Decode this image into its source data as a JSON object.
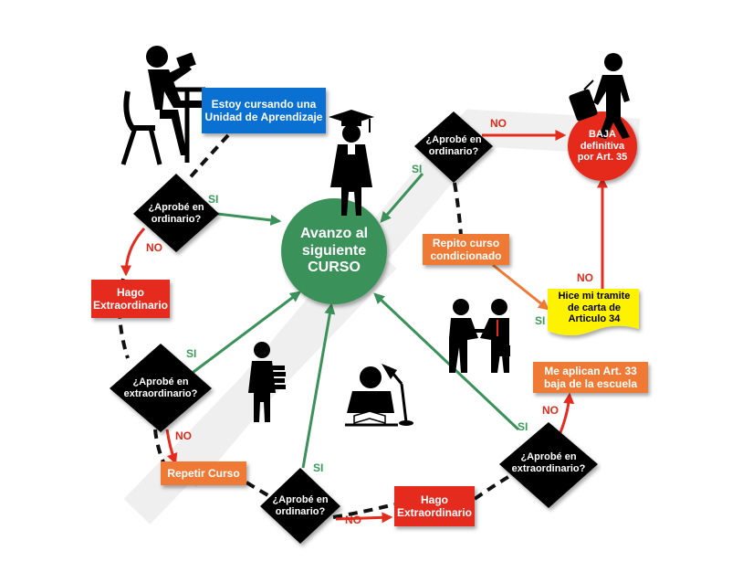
{
  "colors": {
    "green": "#3b915a",
    "red": "#e52b1e",
    "orange": "#ef7a35",
    "blue": "#0a70d1",
    "yellow": "#fff200",
    "black": "#000000"
  },
  "center": {
    "label": "Avanzo al siguiente CURSO"
  },
  "boxes": {
    "cursando": "Estoy cursando una Unidad de Aprendizaje",
    "hago_extra_left": "Hago Extraordinario",
    "repetir": "Repetir Curso",
    "hago_extra_bottom": "Hago Extraordinario",
    "repito": "Repito curso condicionado",
    "art33": "Me aplican Art. 33 baja de la escuela",
    "tramite": "Hice mi tramite de carta de Articulo 34",
    "baja": "BAJA definitiva por Art. 35"
  },
  "diamonds": {
    "d1": "¿Aprobé en ordinario?",
    "d2": "¿Aprobé en extraordinario?",
    "d3": "¿Aprobé en ordinario?",
    "d4": "¿Aprobé en extraordinario?",
    "d5": "¿Aprobé en ordinario?"
  },
  "labels": {
    "si": "SI",
    "no": "NO"
  },
  "icons": [
    "student-desk-icon",
    "graduate-icon",
    "traveler-suitcase-icon",
    "handshake-icon",
    "person-books-icon",
    "reading-lamp-icon"
  ]
}
